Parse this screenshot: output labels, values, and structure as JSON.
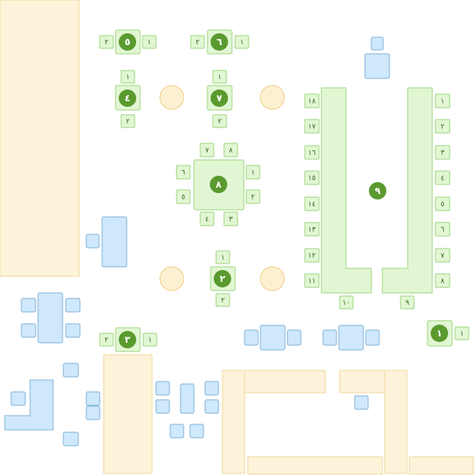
{
  "colors": {
    "green_fill": "#e2f6d4",
    "green_stroke": "#9ed67e",
    "badge_fill": "#5a9a2e",
    "badge_text": "#ffffff",
    "blue_fill": "#cfe8fb",
    "blue_stroke": "#7fb2d9",
    "yellow_fill": "#fdf3da",
    "yellow_stroke": "#f1d79c",
    "round_fill": "#fdf0d2",
    "round_stroke": "#eccd83"
  },
  "tables": {
    "t1": {
      "number": "١",
      "seats": [
        "١"
      ]
    },
    "t2": {
      "number": "٢",
      "seats": [
        "١",
        "٢"
      ]
    },
    "t3": {
      "number": "٣",
      "seats": [
        "١",
        "٢"
      ]
    },
    "t4": {
      "number": "٤",
      "seats": [
        "١",
        "٢"
      ]
    },
    "t5": {
      "number": "٥",
      "seats": [
        "١",
        "٢"
      ]
    },
    "t6": {
      "number": "٦",
      "seats": [
        "١",
        "٢"
      ]
    },
    "t7": {
      "number": "٧",
      "seats": [
        "١",
        "٢"
      ]
    },
    "t8": {
      "number": "٨",
      "seats": [
        "١",
        "٢",
        "٣",
        "٤",
        "٥",
        "٦",
        "٧",
        "٨"
      ]
    },
    "t9": {
      "number": "٩",
      "seats": [
        "١",
        "٢",
        "٣",
        "٤",
        "٥",
        "٦",
        "٧",
        "٨",
        "٩",
        "١٠",
        "١١",
        "١٢",
        "١٣",
        "١٤",
        "١٥",
        "١٦",
        "١٧",
        "١٨"
      ]
    }
  }
}
